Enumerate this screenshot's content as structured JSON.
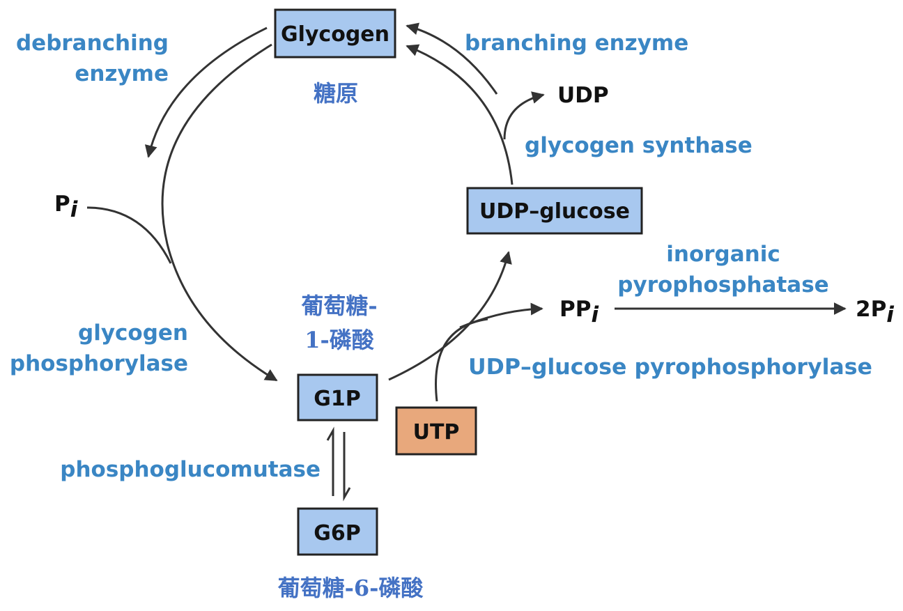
{
  "boxes": {
    "glycogen": "Glycogen",
    "udp_glucose": "UDP–glucose",
    "g1p": "G1P",
    "g6p": "G6P",
    "utp": "UTP"
  },
  "molecules": {
    "udp": "UDP",
    "pi_base": "P",
    "pi_sub": "i",
    "ppi_base": "PP",
    "ppi_sub": "i",
    "twopi_base": "2P",
    "twopi_sub": "i"
  },
  "enzymes": {
    "debranching_1": "debranching",
    "debranching_2": "enzyme",
    "branching": "branching enzyme",
    "glycogen_synthase": "glycogen synthase",
    "inorganic_1": "inorganic",
    "inorganic_2": "pyrophosphatase",
    "udp_glc_ppase": "UDP–glucose pyrophosphorylase",
    "phosphorylase_1": "glycogen",
    "phosphorylase_2": "phosphorylase",
    "phosphoglucomutase": "phosphoglucomutase"
  },
  "chinese": {
    "glycogen": "糖原",
    "g1p_1": "葡萄糖-",
    "g1p_2": "1-磷酸",
    "g6p": "葡萄糖-6-磷酸"
  },
  "colors": {
    "box_blue": "#a8c8ef",
    "box_orange": "#e8a87c",
    "enzyme_text": "#3a86c4",
    "chinese_text": "#4472c4",
    "arrow": "#333333"
  }
}
